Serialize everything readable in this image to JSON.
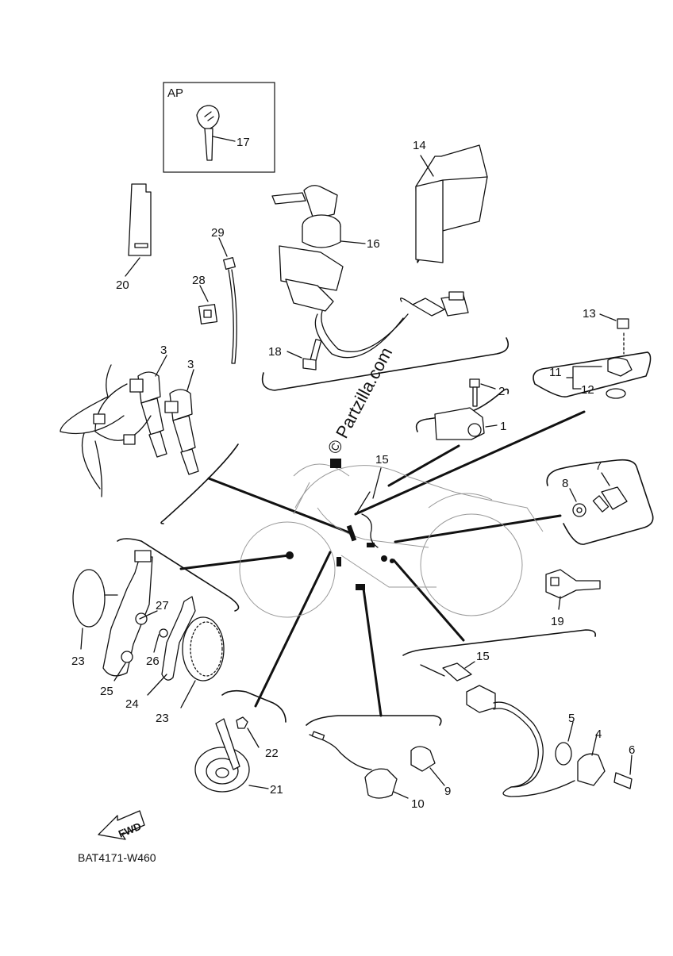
{
  "diagram": {
    "code": "BAT4171-W460",
    "accessory_box_label": "AP",
    "watermark": "© Partzilla.com",
    "fwd_label": "FWD",
    "callouts": [
      "1",
      "2",
      "3",
      "3",
      "4",
      "5",
      "6",
      "7",
      "8",
      "9",
      "10",
      "11",
      "12",
      "13",
      "14",
      "15",
      "15",
      "16",
      "17",
      "18",
      "19",
      "20",
      "21",
      "22",
      "23",
      "23",
      "24",
      "25",
      "26",
      "27",
      "28",
      "29"
    ]
  }
}
